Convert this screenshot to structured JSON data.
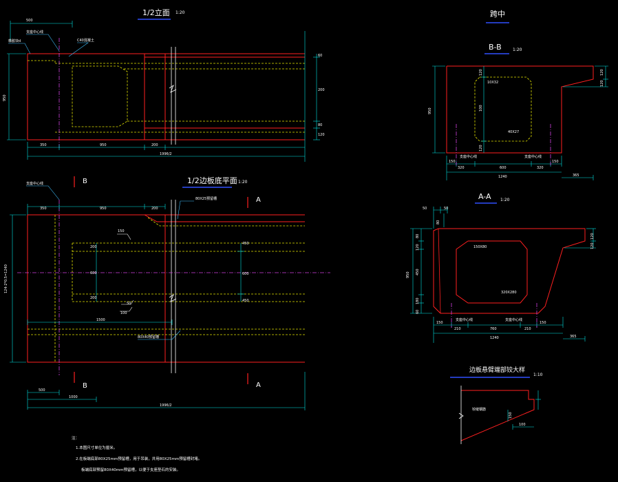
{
  "colors": {
    "background": "#000000",
    "outline": "#ff2020",
    "dimension": "#00e5e5",
    "hidden": "#e6e600",
    "centerline": "#d040e0",
    "text": "#ffffff",
    "title_underline": "#3050ff",
    "leader": "#3fc0ff"
  },
  "elevation": {
    "title": "1/2立面",
    "scale": "1:20",
    "labels": {
      "bearing_center": "支座中心线",
      "rubber_block": "橡胶块d",
      "anchor": "C40混凝土"
    },
    "dims": {
      "top_500": "500",
      "d_350": "350",
      "d_950": "950",
      "d_200": "200",
      "total": "1996/2",
      "h_950": "950",
      "r_60": "60",
      "r_200": "200",
      "r_80": "80",
      "r_120": "120"
    }
  },
  "plan": {
    "title": "1/2边板底平面",
    "scale": "1:20",
    "section_b": "B",
    "section_a": "A",
    "labels": {
      "bearing_center": "支座中心线",
      "groove_top": "80X25预留槽",
      "groove_bottom": "80X40预留槽"
    },
    "dims": {
      "d_350": "350",
      "d_950": "950",
      "d_200": "200",
      "d_150": "150",
      "v_450a": "450",
      "v_600": "600",
      "v_450b": "450",
      "v_200a": "200",
      "v_200b": "200",
      "d_1500": "1500",
      "d_100": "100",
      "s_50": "50",
      "b_500": "500",
      "b_1000": "1000",
      "b_total": "1996/2",
      "left_v": "124-2*0.5=1240"
    }
  },
  "mid_section": {
    "title": "跨中",
    "bb_title": "B-B",
    "bb_scale": "1:20",
    "dims": {
      "h_950": "950",
      "c_120": "120",
      "c_100": "100",
      "c_120b": "120",
      "r_120": "120",
      "r_120b": "120",
      "b_150": "150",
      "b_320": "320",
      "b_600": "600",
      "b_320b": "320",
      "b_150b": "150",
      "total": "1240",
      "right": "365"
    },
    "labels": {
      "chamfer_top": "10X32",
      "chamfer_bottom": "40X27",
      "bearing_left": "支座中心线",
      "bearing_right": "支座中心线"
    }
  },
  "end_section": {
    "title": "A-A",
    "scale": "1:20",
    "dims": {
      "t_50": "50",
      "t_50b": "50",
      "t_80": "80",
      "h_950": "950",
      "l_80": "80",
      "l_120": "120",
      "l_450": "450",
      "l_180": "180",
      "l_60": "60",
      "b_150": "150",
      "b_210": "210",
      "b_760": "760",
      "b_210b": "210",
      "b_150b": "150",
      "total": "1240",
      "right": "365",
      "r_120": "120",
      "r_120b": "120"
    },
    "labels": {
      "chamfer_top": "150X80",
      "chamfer_bottom": "320X280",
      "bearing_left": "支座中心线",
      "bearing_right": "支座中心线"
    }
  },
  "joint": {
    "title": "边板悬臂端部铰大样",
    "scale": "1:10",
    "labels": {
      "main": "铰缝钢筋",
      "d_150": "150",
      "d_100": "100"
    }
  },
  "notes": {
    "heading": "注：",
    "line1": "1.本图尺寸单位为厘米。",
    "line2": "2.在板端底部80X25mm预留槽，用于吊装，并用80X25mm预留槽封堵。",
    "line3": "板端底部预留80X40mm预留槽，以便于支座垫石的安装。"
  }
}
